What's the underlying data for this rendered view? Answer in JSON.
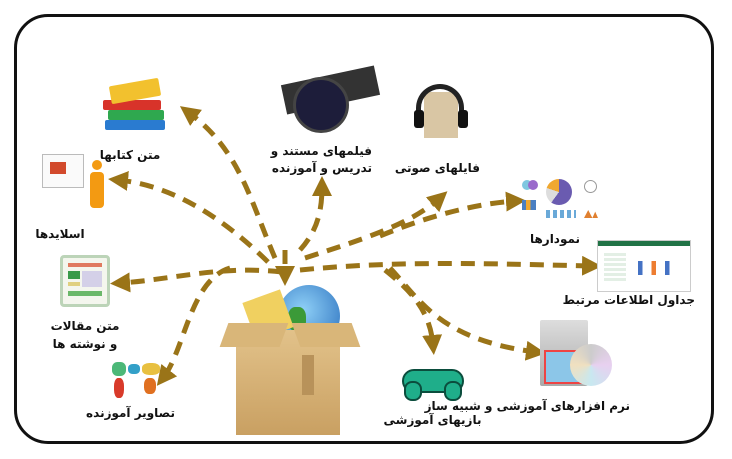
{
  "nodes": {
    "books": {
      "label": "متن کتابها",
      "icon": "books-icon"
    },
    "slides": {
      "label": "اسلایدها",
      "icon": "presentation-icon"
    },
    "films": {
      "label_line1": "فیلمهای مستند و",
      "label_line2": "تدریس و آموزنده",
      "icon": "film-reel-icon"
    },
    "audio": {
      "label": "فایلهای صوتی",
      "icon": "headphones-icon"
    },
    "charts": {
      "label": "نمودارها",
      "icon": "charts-icon"
    },
    "tables": {
      "label": "جداول اطلاعات مرتبط",
      "icon": "spreadsheet-icon"
    },
    "software": {
      "label": "نرم افزارهای آموزشی و شبیه ساز",
      "icon": "software-box-icon"
    },
    "games": {
      "label": "بازیهای آموزشی",
      "icon": "gamepad-icon"
    },
    "images": {
      "label": "تصاویر آموزنده",
      "icon": "world-map-icon"
    },
    "articles": {
      "label_line1": "متن مقالات",
      "label_line2": "و نوشته ها",
      "icon": "document-icon"
    }
  },
  "hub": {
    "icon": "resource-box-icon"
  },
  "colors": {
    "arrow": "#9a7418",
    "border": "#111111"
  }
}
